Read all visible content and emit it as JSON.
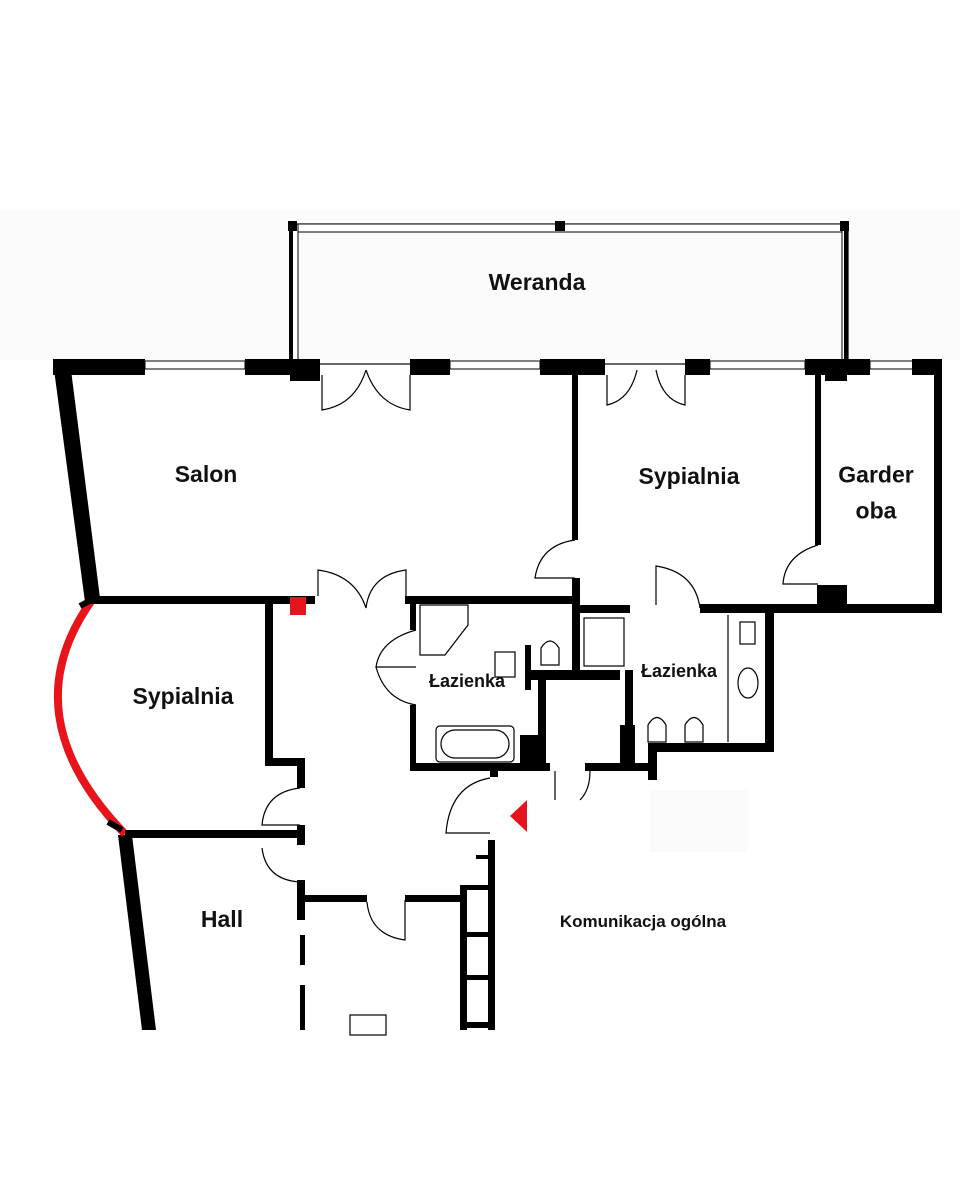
{
  "rooms": {
    "weranda": "Weranda",
    "salon": "Salon",
    "sypialnia_main": "Sypialnia",
    "garderoba": "Garder\noba",
    "sypialnia_left": "Sypialnia",
    "lazienka_left": "Łazienka",
    "lazienka_right": "Łazienka",
    "hall": "Hall",
    "komunikacja": "Komunikacja ogólna"
  },
  "colors": {
    "wall": "#000000",
    "accent": "#e8141b",
    "background": "#ffffff"
  }
}
